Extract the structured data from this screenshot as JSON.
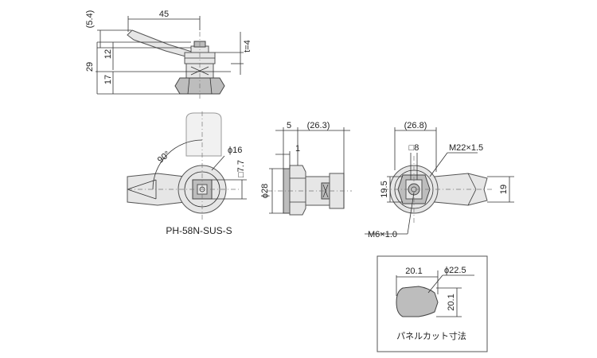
{
  "labels": {
    "model": "PH-58N-SUS-S",
    "panel_cutout": "パネルカット寸法"
  },
  "dims": {
    "top_54": "(5.4)",
    "top_45": "45",
    "top_12": "12",
    "top_29": "29",
    "top_17": "17",
    "top_t4": "t=4",
    "front_90": "90°",
    "front_phi16": "ϕ16",
    "front_sq77": "□7.7",
    "side_5": "5",
    "side_263": "(26.3)",
    "side_1": "1",
    "side_phi28": "ϕ28",
    "back_268": "(26.8)",
    "back_sq8": "□8",
    "back_m22": "M22×1.5",
    "back_195": "19.5",
    "back_19": "19",
    "back_m6": "M6×1.0",
    "cut_201_top": "20.1",
    "cut_phi225": "ϕ22.5",
    "cut_201_side": "20.1"
  }
}
